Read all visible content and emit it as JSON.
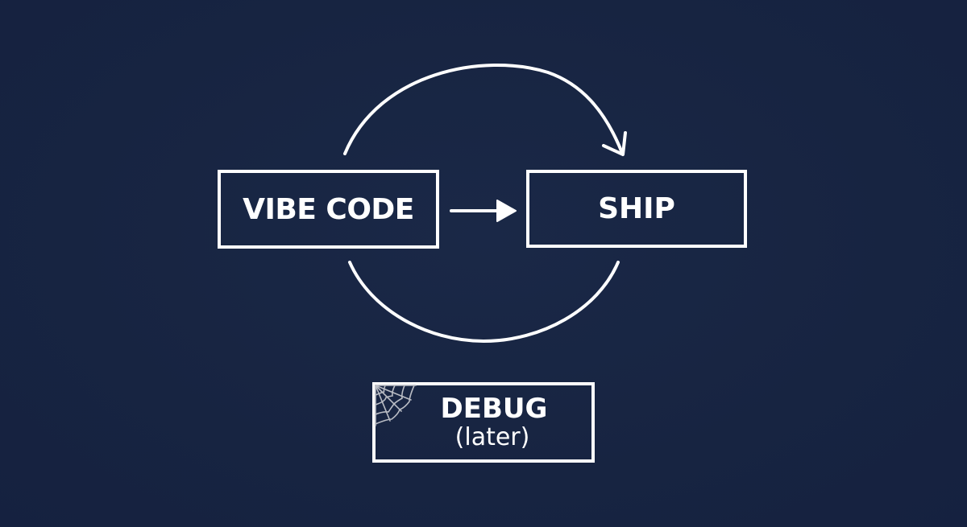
{
  "diagram": {
    "nodes": {
      "vibe_code": {
        "label": "VIBE CODE"
      },
      "ship": {
        "label": "SHIP"
      },
      "debug": {
        "title": "DEBUG",
        "subtitle": "(later)"
      }
    },
    "edges": [
      {
        "from": "vibe_code",
        "to": "ship",
        "style": "straight-arrow"
      },
      {
        "from": "vibe_code",
        "to": "ship",
        "style": "curved-arrow-over"
      },
      {
        "from": "ship",
        "to": "vibe_code",
        "style": "curved-line-under"
      }
    ],
    "icons": {
      "debug_corner": "cobweb-icon"
    },
    "colors": {
      "background": "#172441",
      "stroke": "#ffffff",
      "text": "#ffffff",
      "cobweb": "#b9bcc4"
    }
  }
}
